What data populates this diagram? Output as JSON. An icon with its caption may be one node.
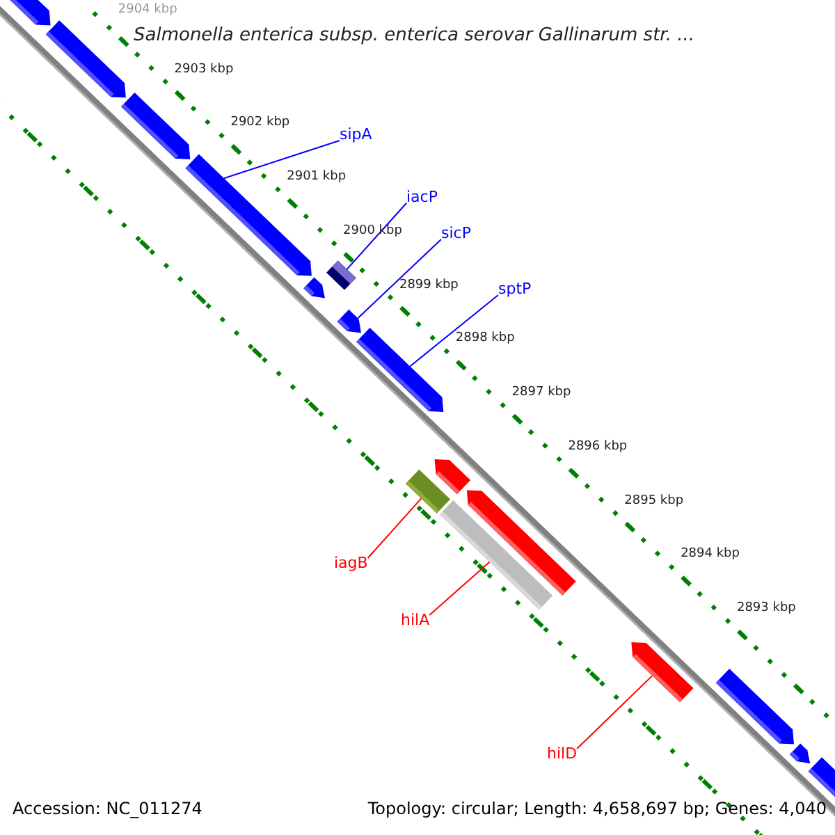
{
  "diagram": {
    "title": "Salmonella enterica subsp. enterica serovar Gallinarum str. ...",
    "nodes": [
      {
        "text": [
          "sipA"
        ]
      },
      {
        "text": [
          "iacP"
        ]
      },
      {
        "text": [
          "sicP"
        ]
      },
      {
        "text": [
          "sptP"
        ]
      },
      {
        "text": [
          "iagB"
        ]
      },
      {
        "text": [
          "hilA"
        ]
      },
      {
        "text": [
          "hilD"
        ]
      },
      {
        "text": [],
        "shape": "arrow"
      },
      {
        "text": [],
        "shape": "arrow"
      },
      {
        "text": [],
        "shape": "arrow"
      },
      {
        "text": [],
        "shape": "arrow"
      },
      {
        "text": [],
        "shape": "arrow"
      },
      {
        "text": [],
        "shape": "box"
      },
      {
        "text": [],
        "shape": "arrow"
      },
      {
        "text": [],
        "shape": "arrow"
      },
      {
        "text": [],
        "shape": "box"
      },
      {
        "text": [],
        "shape": "arrow"
      },
      {
        "text": [],
        "shape": "box"
      },
      {
        "text": [],
        "shape": "arrow"
      },
      {
        "text": [],
        "shape": "arrow"
      },
      {
        "text": [],
        "shape": "arrow"
      },
      {
        "text": [],
        "shape": "arrow"
      },
      {
        "text": [],
        "shape": "arrow"
      }
    ],
    "edges": [
      {
        "from": 0,
        "to": 10,
        "arrow": "none"
      },
      {
        "from": 1,
        "to": 12,
        "arrow": "none"
      },
      {
        "from": 2,
        "to": 13,
        "arrow": "none"
      },
      {
        "from": 3,
        "to": 14,
        "arrow": "none"
      },
      {
        "from": 4,
        "to": 15,
        "arrow": "none",
        "color": "#ff0000"
      },
      {
        "from": 5,
        "to": 17,
        "arrow": "none",
        "color": "#ff0000"
      },
      {
        "from": 6,
        "to": 19,
        "arrow": "none",
        "color": "#ff0000"
      }
    ],
    "labels": [
      "2904 kbp",
      "2903 kbp",
      "2902 kbp",
      "2901 kbp",
      "2900 kbp",
      "2899 kbp",
      "2898 kbp",
      "2897 kbp",
      "2896 kbp",
      "2895 kbp",
      "2894 kbp",
      "2893 kbp",
      "Accession: NC_011274",
      "Topology: circular; Length: 4,658,697 bp; Genes: 4,040"
    ]
  }
}
